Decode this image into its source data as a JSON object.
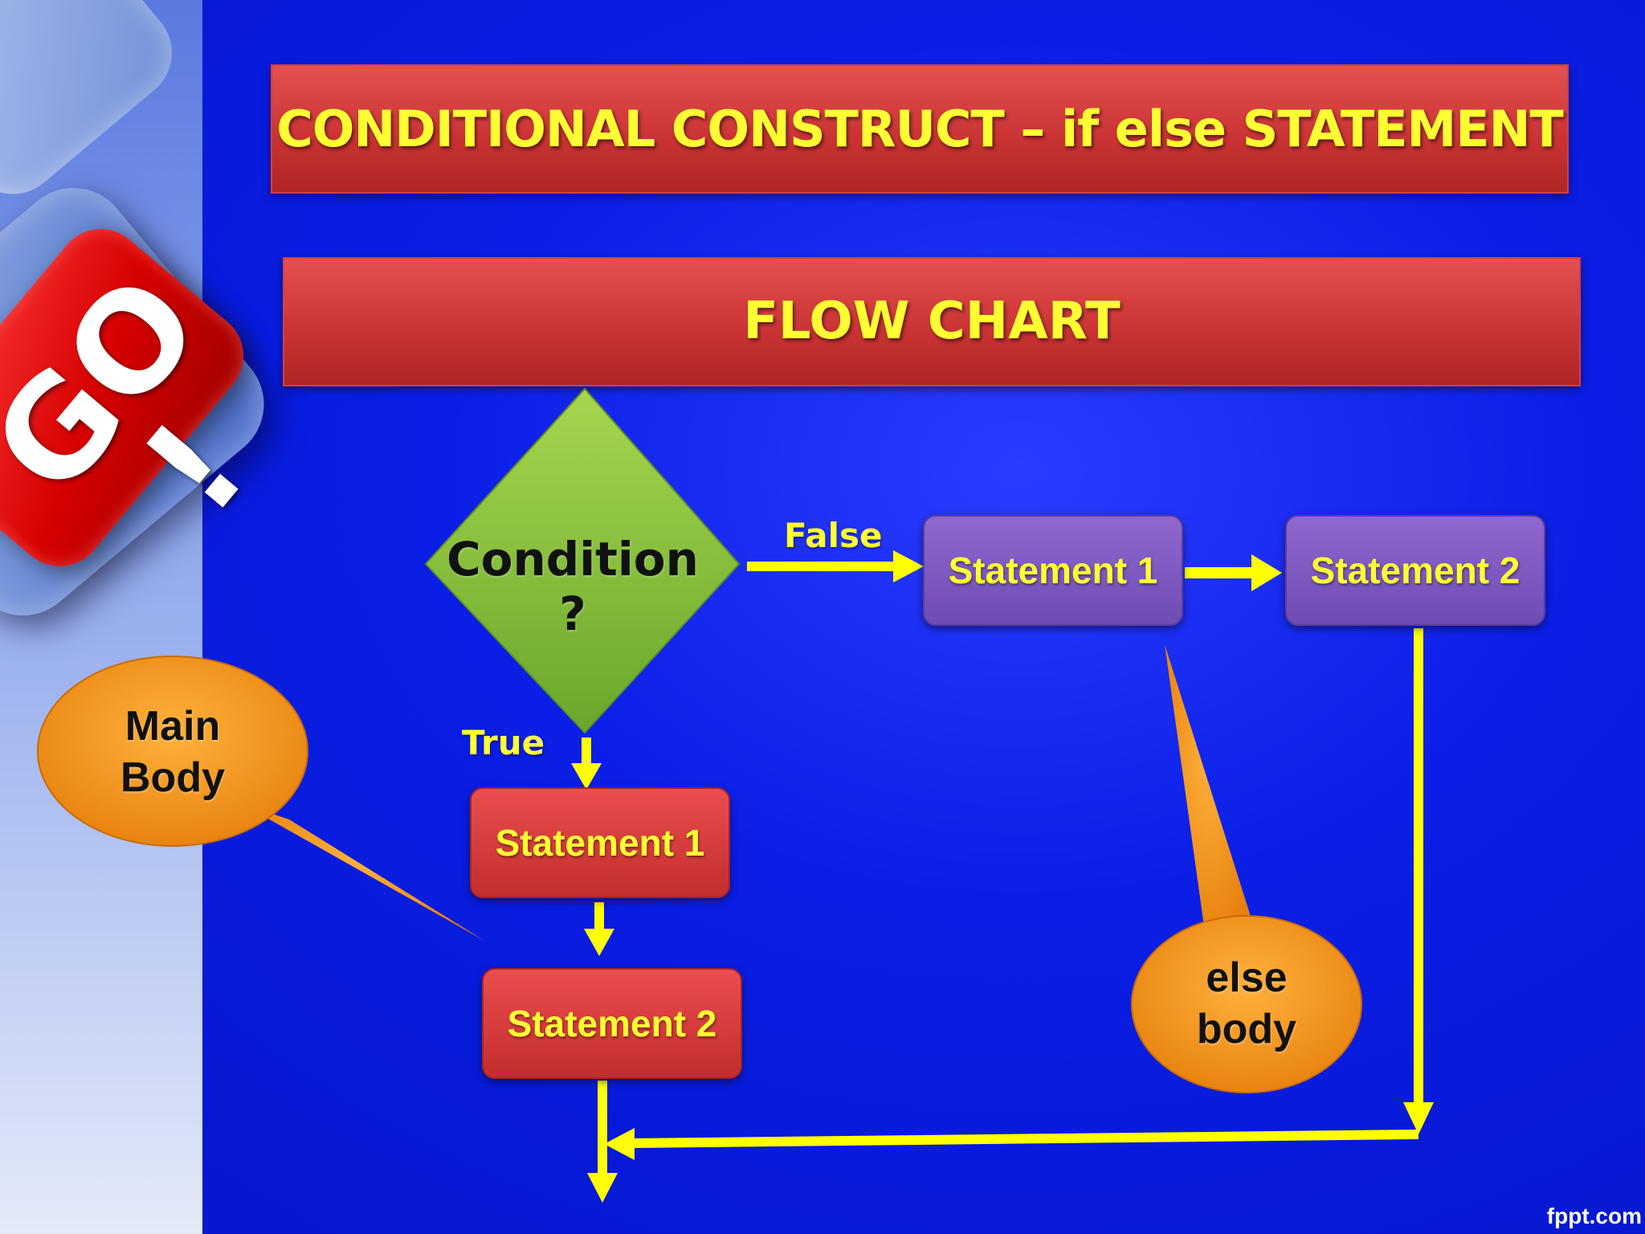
{
  "title": "CONDITIONAL CONSTRUCT – if else STATEMENT",
  "subtitle": "FLOW CHART",
  "decoration": {
    "key_label": "GO !"
  },
  "flowchart": {
    "decision": "Condition ?",
    "false_label": "False",
    "true_label": "True",
    "true_branch": [
      "Statement 1",
      "Statement 2"
    ],
    "false_branch": [
      "Statement 1",
      "Statement 2"
    ]
  },
  "callouts": {
    "main_body": "Main Body",
    "else_body": "else body"
  },
  "watermark": "fppt.com",
  "colors": {
    "background": "#0a1ee6",
    "banner": "#c93232",
    "text_yellow": "#ffff33",
    "diamond": "#8cc63f",
    "purple_box": "#7a55c0",
    "red_box": "#d63a3a",
    "callout": "#f7941d",
    "arrow": "#ffff00"
  }
}
